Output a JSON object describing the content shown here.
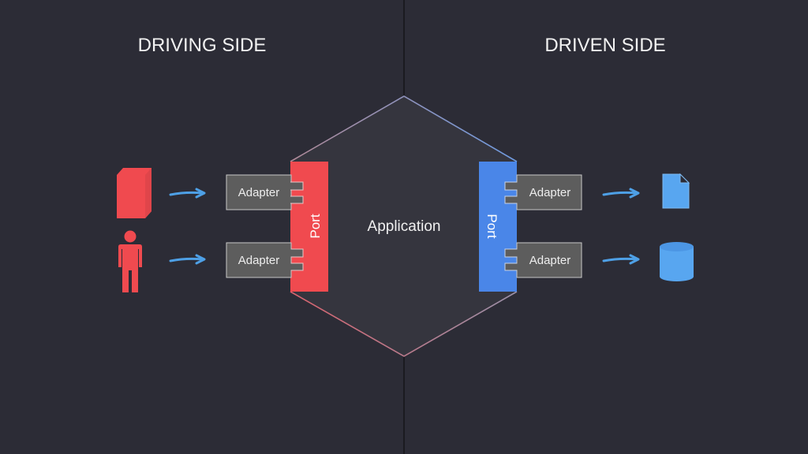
{
  "titles": {
    "driving": "DRIVING SIDE",
    "driven": "DRIVEN SIDE"
  },
  "application": {
    "label": "Application"
  },
  "driving": {
    "port_label": "Port",
    "adapters": [
      {
        "label": "Adapter",
        "actor_icon": "server-box-icon"
      },
      {
        "label": "Adapter",
        "actor_icon": "user-icon"
      }
    ]
  },
  "driven": {
    "port_label": "Port",
    "adapters": [
      {
        "label": "Adapter",
        "target_icon": "file-icon"
      },
      {
        "label": "Adapter",
        "target_icon": "database-icon"
      }
    ]
  },
  "colors": {
    "background": "#2c2c36",
    "hexagon_fill": "#35353e",
    "driving_accent": "#f04a4f",
    "driven_accent": "#4a86e8",
    "adapter_fill": "#5d5d5d",
    "adapter_border": "#c8c8c8",
    "arrow": "#4ea0e6",
    "file_icon": "#58a6f0"
  }
}
